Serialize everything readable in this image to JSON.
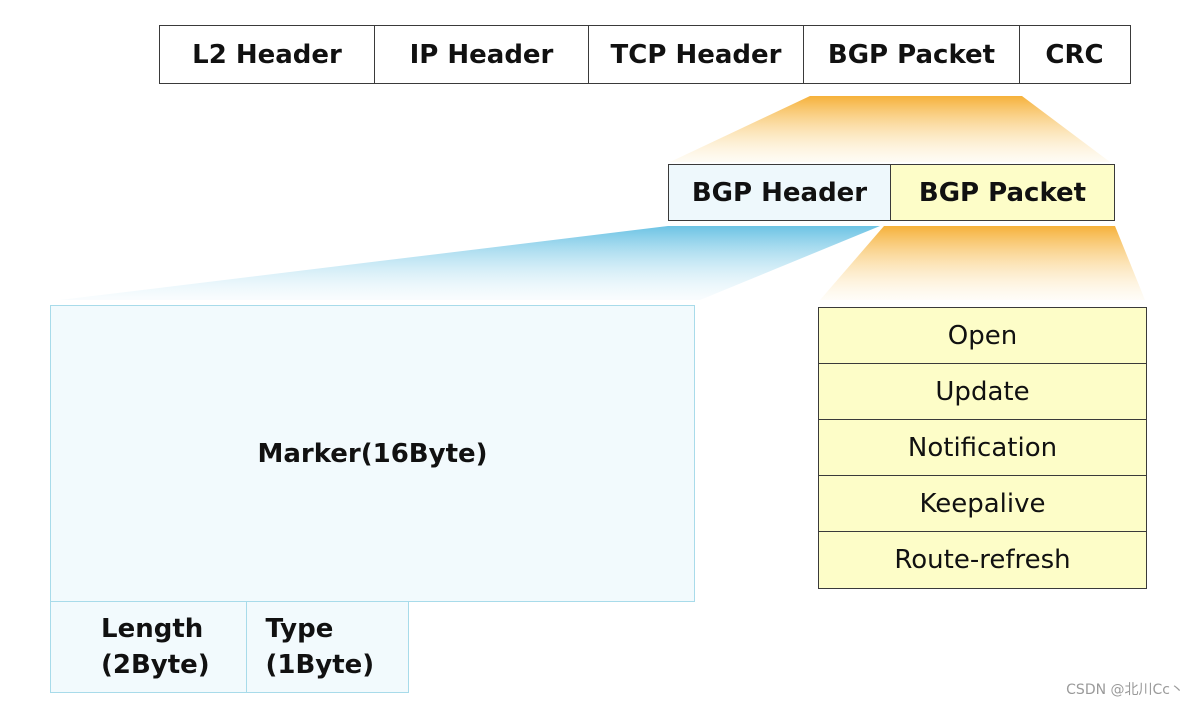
{
  "frame": {
    "segments": [
      "L2 Header",
      "IP Header",
      "TCP Header",
      "BGP Packet",
      "CRC"
    ]
  },
  "bgp": {
    "header_label": "BGP Header",
    "packet_label": "BGP Packet"
  },
  "header_fields": {
    "marker": "Marker(16Byte)",
    "length_line1": "Length",
    "length_line2": "(2Byte)",
    "type_line1": "Type",
    "type_line2": "(1Byte)"
  },
  "message_types": [
    "Open",
    "Update",
    "Notification",
    "Keepalive",
    "Route-refresh"
  ],
  "colors": {
    "header_fill": "#eef8fc",
    "packet_fill": "#fdfdc8",
    "orange_funnel": "#f5b53c",
    "blue_funnel": "#7fcbe6"
  },
  "watermark": "CSDN @北川Cc丶"
}
